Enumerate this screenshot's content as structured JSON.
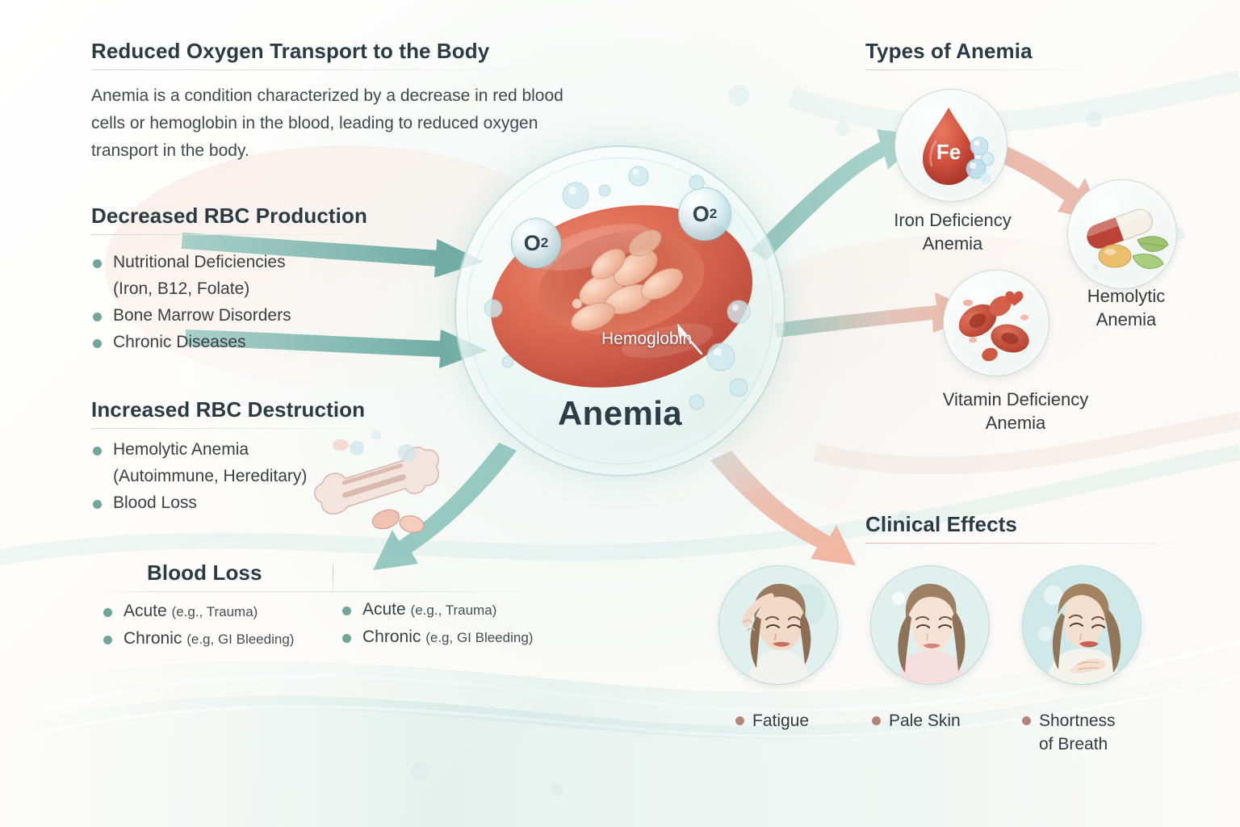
{
  "left": {
    "intro": {
      "title": "Reduced Oxygen Transport to the Body",
      "body": "Anemia is a condition characterized by a decrease in red blood cells or hemoglobin in the blood, leading to reduced oxygen transport in the body."
    },
    "production": {
      "title": "Decreased RBC Production",
      "items": [
        {
          "main": "Nutritional Deficiencies",
          "sub": "(Iron, B12, Folate)"
        },
        {
          "main": "Bone Marrow Disorders",
          "sub": ""
        },
        {
          "main": "Chronic Diseases",
          "sub": ""
        }
      ]
    },
    "destruction": {
      "title": "Increased RBC Destruction",
      "items": [
        {
          "main": "Hemolytic Anemia",
          "sub": "(Autoimmune, Hereditary)"
        },
        {
          "main": "Blood Loss",
          "sub": ""
        }
      ]
    },
    "blood_loss": {
      "title": "Blood Loss",
      "column_left": [
        {
          "main": "Acute ",
          "note": "(e.g., Trauma)"
        },
        {
          "main": "Chronic ",
          "note": "(e.g, GI Bleeding)"
        }
      ],
      "column_right": [
        {
          "main": "Acute ",
          "note": "(e.g., Trauma)"
        },
        {
          "main": "Chronic ",
          "note": "(e.g, GI Bleeding)"
        }
      ]
    }
  },
  "center": {
    "label": "Anemia",
    "hemoglobin_label": "Hemoglobin",
    "o2_left": "O",
    "o2_left_sub": "2",
    "o2_right": "O",
    "o2_right_sub": "2"
  },
  "types": {
    "title": "Types of Anemia",
    "items": [
      {
        "caption_line1": "Iron Deficiency",
        "caption_line2": "Anemia",
        "icon": "iron-drop-icon",
        "symbol": "Fe"
      },
      {
        "caption_line1": "Hemolytic",
        "caption_line2": "Anemia",
        "icon": "pills-icon",
        "symbol": ""
      },
      {
        "caption_line1": "Vitamin Deficiency",
        "caption_line2": "Anemia",
        "icon": "red-blood-cells-icon",
        "symbol": ""
      }
    ]
  },
  "clinical": {
    "title": "Clinical Effects",
    "items": [
      {
        "line1": "Fatigue",
        "line2": "",
        "icon": "woman-headache-icon"
      },
      {
        "line1": "Pale Skin",
        "line2": "",
        "icon": "woman-pale-icon"
      },
      {
        "line1": "Shortness",
        "line2": "of Breath",
        "icon": "woman-breathless-icon"
      }
    ]
  },
  "colors": {
    "heading": "#2a3b44",
    "body_text": "#3c3f42",
    "teal_bullet": "#72a69b",
    "pink_bullet": "#b5857c",
    "teal_arrow": "#5fa59c",
    "pink_arrow": "#e8a392",
    "rbc_red": "#cf5745"
  }
}
